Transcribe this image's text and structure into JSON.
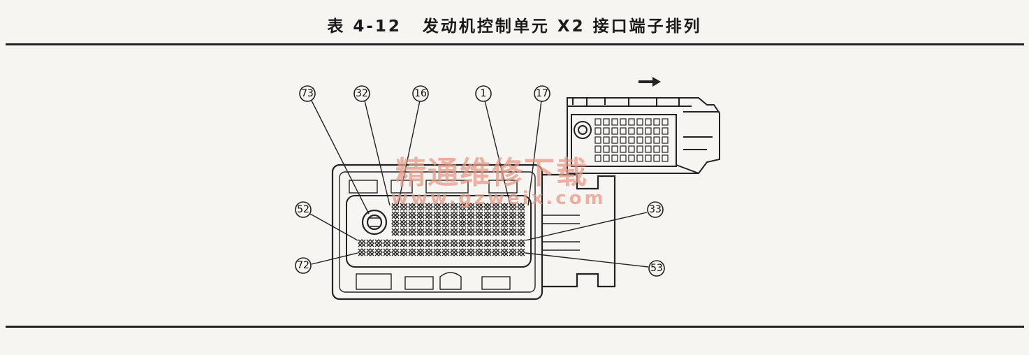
{
  "caption": {
    "number": "表 4-12",
    "title": "发动机控制单元 X2 接口端子排列"
  },
  "callouts": {
    "c73": "73",
    "c32": "32",
    "c16": "16",
    "c1": "1",
    "c17": "17",
    "c52": "52",
    "c72": "72",
    "c33": "33",
    "c53": "53"
  },
  "watermark": {
    "text": "精通维修下载",
    "url": "www.gzweix.com"
  },
  "colors": {
    "ink": "#222222",
    "background": "#f7f5f2",
    "watermark": "#e89a86"
  }
}
